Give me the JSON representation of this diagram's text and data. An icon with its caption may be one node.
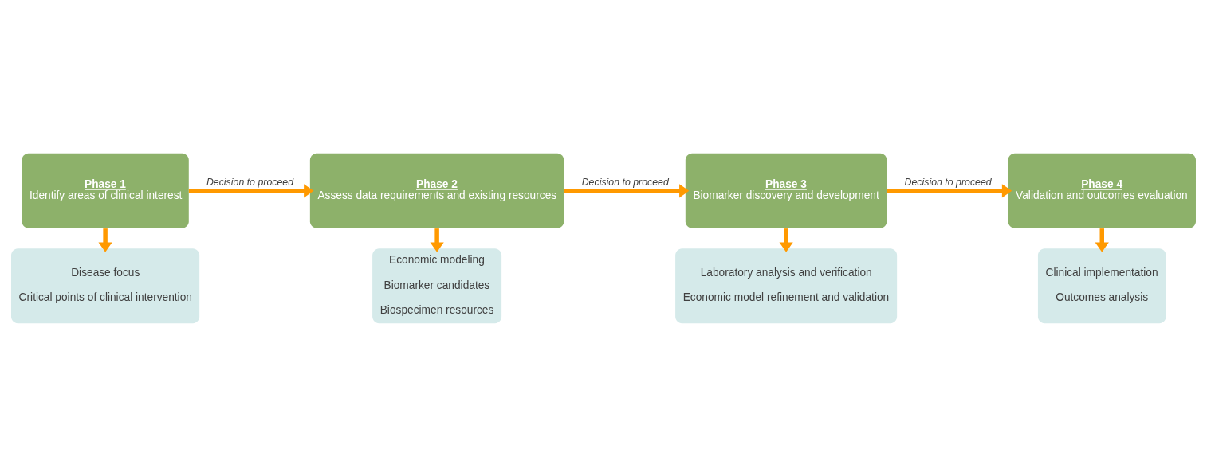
{
  "diagram": {
    "nodes": [
      {
        "text": [
          "Phase 1",
          "Identify areas of clinical interest"
        ]
      },
      {
        "text": [
          "Phase 2",
          "Assess data requirements and existing resources"
        ]
      },
      {
        "text": [
          "Phase 3",
          "Biomarker discovery and development"
        ]
      },
      {
        "text": [
          "Phase 4",
          "Validation and outcomes evaluation"
        ]
      },
      {
        "text": [
          "Disease focus",
          "Critical points of clinical intervention"
        ]
      },
      {
        "text": [
          "Economic modeling",
          "Biomarker candidates",
          "Biospecimen resources"
        ]
      },
      {
        "text": [
          "Laboratory analysis and verification",
          "Economic model refinement and validation"
        ]
      },
      {
        "text": [
          "Clinical implementation",
          "Outcomes analysis"
        ]
      }
    ],
    "edges": [
      {
        "from": 0,
        "to": 1,
        "arrow": "to",
        "label": "Decision to proceed"
      },
      {
        "from": 1,
        "to": 2,
        "arrow": "to",
        "label": "Decision to proceed"
      },
      {
        "from": 2,
        "to": 3,
        "arrow": "to",
        "label": "Decision to proceed"
      },
      {
        "from": 0,
        "to": 4,
        "arrow": "to"
      },
      {
        "from": 1,
        "to": 5,
        "arrow": "to"
      },
      {
        "from": 2,
        "to": 6,
        "arrow": "to"
      },
      {
        "from": 3,
        "to": 7,
        "arrow": "to"
      }
    ]
  }
}
